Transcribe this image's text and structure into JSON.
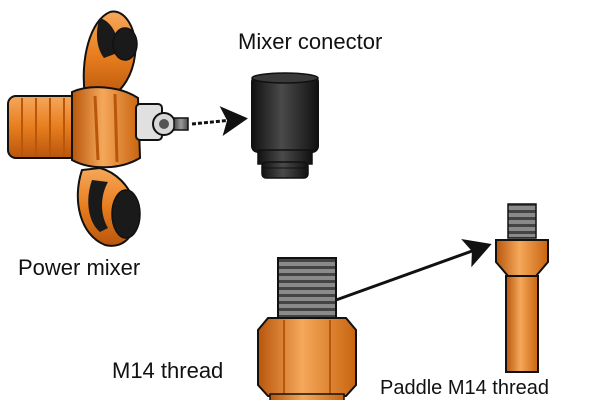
{
  "labels": {
    "mixer_connector": "Mixer conector",
    "power_mixer": "Power mixer",
    "m14_thread": "M14 thread",
    "paddle_m14_thread": "Paddle M14 thread"
  },
  "colors": {
    "orange": "#e87d1e",
    "orange_dark": "#b8560c",
    "orange_light": "#f5a85a",
    "grip_black": "#1a1a1a",
    "connector_black": "#2a2a2a",
    "thread_grey": "#6e6e6e",
    "outline": "#111111"
  },
  "icons": {
    "power_mixer": "power-mixer-icon",
    "mixer_connector": "mixer-connector-icon",
    "m14_thread_nut": "m14-thread-nut-icon",
    "paddle_shaft": "paddle-shaft-icon",
    "arrow": "arrow-icon"
  }
}
